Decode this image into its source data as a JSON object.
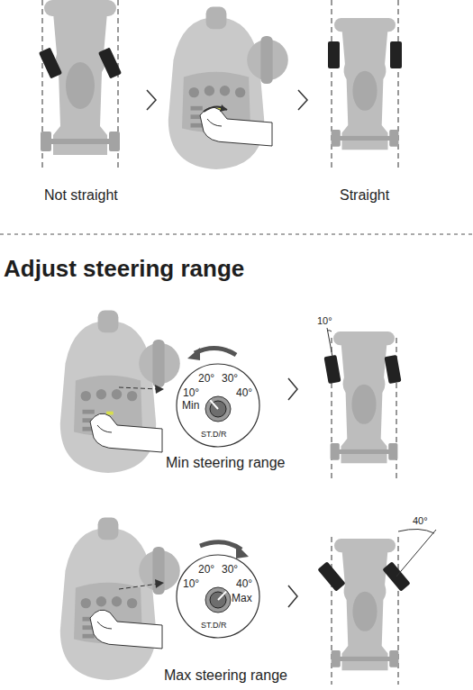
{
  "diagram": {
    "title": "Adjust steering range",
    "nodes": [
      {
        "text": [
          "10°",
          "20°",
          "30°",
          "40°",
          "Min",
          "ST.D/R"
        ]
      },
      {
        "text": [
          "10°",
          "20°",
          "30°",
          "40°",
          "Max",
          "ST.D/R"
        ]
      }
    ],
    "labels": [
      "Not straight",
      "Straight",
      "Min steering range",
      "10°",
      "Max steering range",
      "40°"
    ]
  }
}
